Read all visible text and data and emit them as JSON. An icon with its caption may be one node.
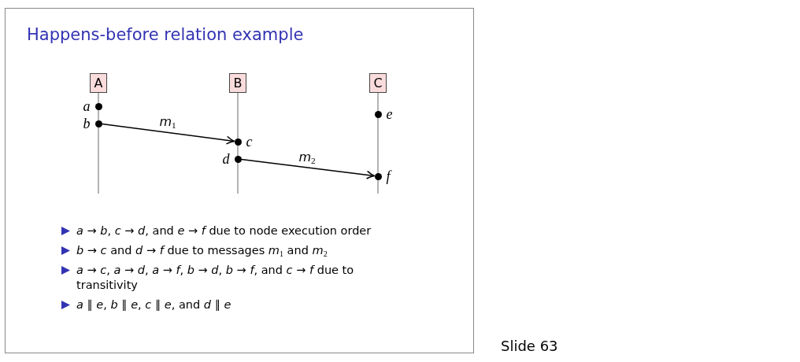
{
  "diagram": {
    "title": "Happens-before relation example",
    "nodes": [
      {
        "text": [
          "A"
        ]
      },
      {
        "text": [
          "B"
        ]
      },
      {
        "text": [
          "C"
        ]
      },
      {
        "text": [
          "a"
        ]
      },
      {
        "text": [
          "b"
        ]
      },
      {
        "text": [
          "c"
        ]
      },
      {
        "text": [
          "d"
        ]
      },
      {
        "text": [
          "e"
        ]
      },
      {
        "text": [
          "f"
        ]
      }
    ],
    "edges": [
      {
        "from": 4,
        "to": 5,
        "arrow": "to",
        "label": "*m*$_{1}$"
      },
      {
        "from": 6,
        "to": 8,
        "arrow": "to",
        "label": "*m*$_{2}$"
      }
    ],
    "labels": [
      "*a* → *b*, *c* → *d*, and *e* → *f* due to node execution order",
      "*b* → *c* and *d* → *f* due to messages *m*$_{1}$ and *m*$_{2}$",
      "*a* → *c*, *a* → *d*, *a* → *f*, *b* → *d*, *b* → *f*, and *c* → *f* due to transitivity",
      "*a* ∥ *e*, *b* ∥ *e*, *c* ∥ *e*, and *d* ∥ *e*",
      "Slide 63"
    ]
  }
}
